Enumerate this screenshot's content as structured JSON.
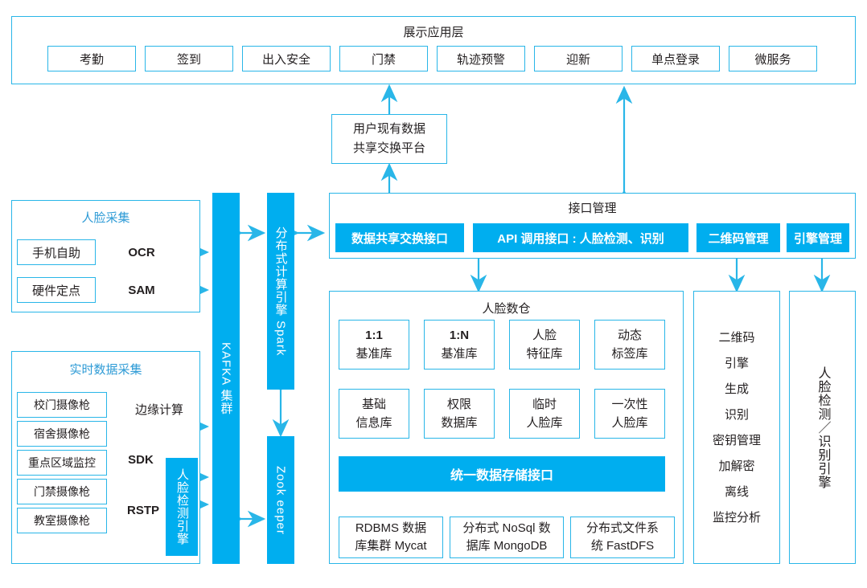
{
  "diagram": {
    "accent_color": "#00AEEF",
    "outline_color": "#29B6E8",
    "title_color": "#2E9BD6",
    "text_color": "#231f20"
  },
  "presentation_layer": {
    "title": "展示应用层",
    "apps": [
      {
        "label": "考勤"
      },
      {
        "label": "签到"
      },
      {
        "label": "出入安全"
      },
      {
        "label": "门禁"
      },
      {
        "label": "轨迹预警"
      },
      {
        "label": "迎新"
      },
      {
        "label": "单点登录"
      },
      {
        "label": "微服务"
      }
    ]
  },
  "exchange_platform": {
    "line1": "用户现有数据",
    "line2": "共享交换平台"
  },
  "face_collection": {
    "title": "人脸采集",
    "sources": [
      {
        "label": "手机自助",
        "protocol": "OCR"
      },
      {
        "label": "硬件定点",
        "protocol": "SAM"
      }
    ]
  },
  "realtime_collection": {
    "title": "实时数据采集",
    "cameras": [
      {
        "label": "校门摄像枪"
      },
      {
        "label": "宿舍摄像枪"
      },
      {
        "label": "重点区域监控"
      },
      {
        "label": "门禁摄像枪"
      },
      {
        "label": "教室摄像枪"
      }
    ],
    "edge_label": "边缘计算",
    "sdk_label": "SDK",
    "rstp_label": "RSTP",
    "detect_engine": "人脸检测引擎"
  },
  "middleware": {
    "kafka": "KAFKA 集群",
    "spark": "分布式计算引擎 Spark",
    "zookeeper": "Zook eeper"
  },
  "interface_management": {
    "title": "接口管理",
    "interfaces": [
      {
        "label": "数据共享交换接口"
      },
      {
        "label": "API 调用接口 : 人脸检测、识别"
      },
      {
        "label": "二维码管理"
      },
      {
        "label": "引擎管理"
      }
    ]
  },
  "face_warehouse": {
    "title": "人脸数仓",
    "row1": [
      {
        "line1": "1:1",
        "line2": "基准库"
      },
      {
        "line1": "1:N",
        "line2": "基准库"
      },
      {
        "line1": "人脸",
        "line2": "特征库"
      },
      {
        "line1": "动态",
        "line2": "标签库"
      }
    ],
    "row2": [
      {
        "line1": "基础",
        "line2": "信息库"
      },
      {
        "line1": "权限",
        "line2": "数据库"
      },
      {
        "line1": "临时",
        "line2": "人脸库"
      },
      {
        "line1": "一次性",
        "line2": "人脸库"
      }
    ],
    "unified_interface": "统一数据存储接口",
    "stores": [
      {
        "line1": "RDBMS 数据",
        "line2": "库集群 Mycat"
      },
      {
        "line1": "分布式 NoSql 数",
        "line2": "据库 MongoDB"
      },
      {
        "line1": "分布式文件系",
        "line2": "统 FastDFS"
      }
    ]
  },
  "qrcode_engine": {
    "items": [
      {
        "label": "二维码"
      },
      {
        "label": "引擎"
      },
      {
        "label": "生成"
      },
      {
        "label": "识别"
      },
      {
        "label": "密钥管理"
      },
      {
        "label": "加解密"
      },
      {
        "label": "离线"
      },
      {
        "label": "监控分析"
      }
    ]
  },
  "face_engine": {
    "label": "人脸检测／识别引擎"
  }
}
